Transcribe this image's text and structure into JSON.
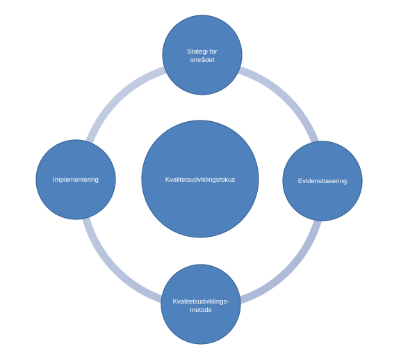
{
  "colors": {
    "node_fill": "#4f81bd",
    "node_stroke": "#3a6597",
    "ring_color": "#b7c3dd",
    "text_color": "#ffffff"
  },
  "center": {
    "label": "Kvalitetsudviklingsfokus"
  },
  "nodes": {
    "top": {
      "line1": "Stategi  for",
      "line2": "området"
    },
    "right": {
      "label": "Evidensbasering"
    },
    "bottom": {
      "line1": "Kvalitetsudviklings-",
      "line2": "metode"
    },
    "left": {
      "label": "Implementering"
    }
  }
}
